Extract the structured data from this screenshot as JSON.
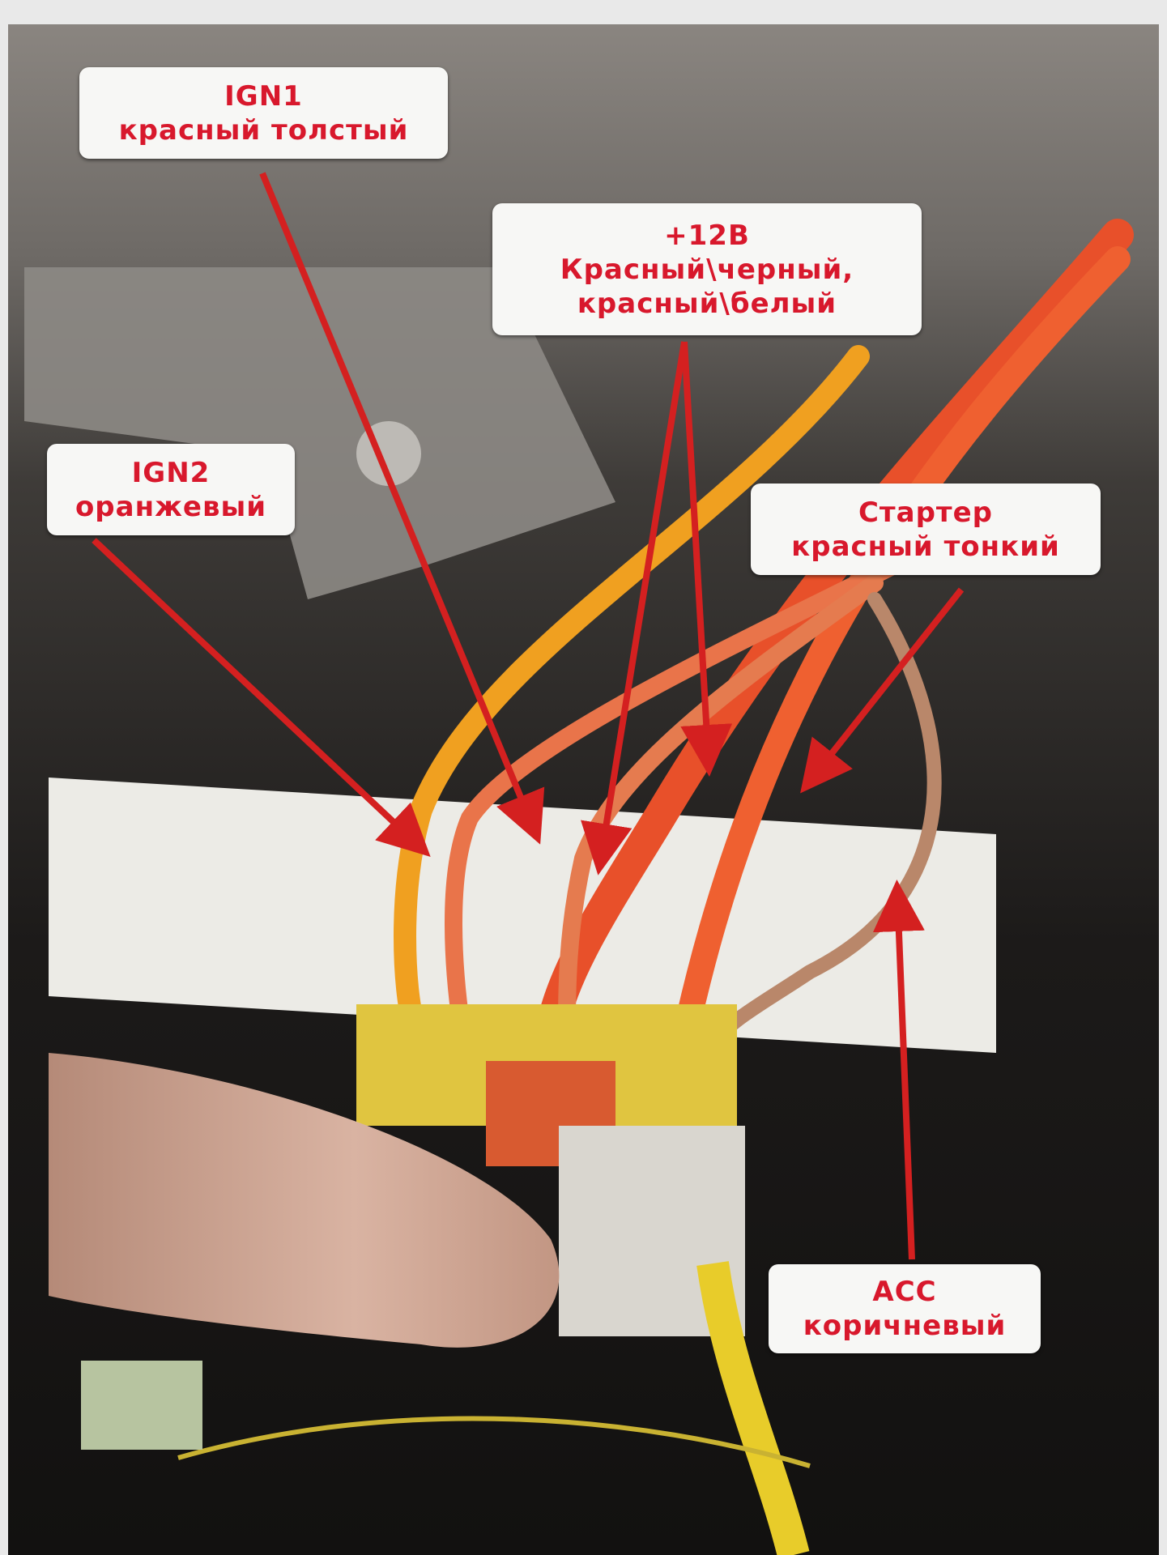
{
  "labels": {
    "ign1": {
      "title": "IGN1",
      "desc": "красный толстый"
    },
    "plus12": {
      "title": "+12В",
      "desc1": "Красный\\черный,",
      "desc2": "красный\\белый"
    },
    "ign2": {
      "title": "IGN2",
      "desc": "оранжевый"
    },
    "starter": {
      "title": "Стартер",
      "desc": "красный тонкий"
    },
    "acc": {
      "title": "ACC",
      "desc": "коричневый"
    }
  },
  "colors": {
    "label_text": "#d8182c",
    "arrow": "#d42020"
  }
}
